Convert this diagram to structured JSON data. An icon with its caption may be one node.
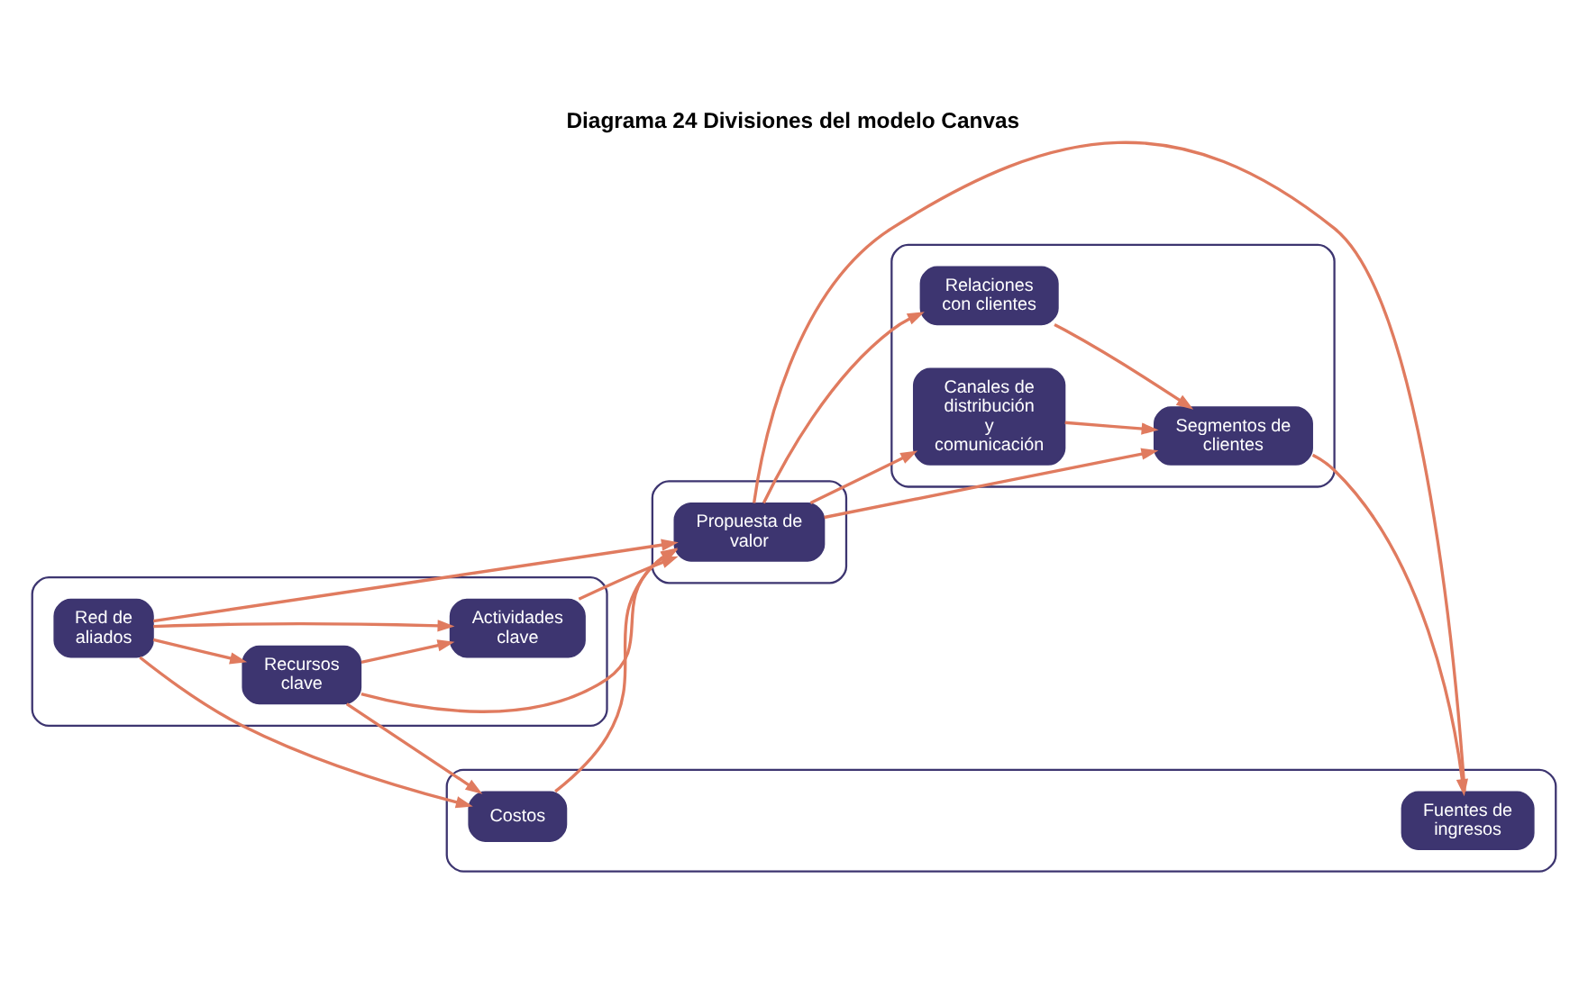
{
  "diagram": {
    "title": "Diagrama 24 Divisiones del modelo Canvas",
    "nodes": [
      {
        "text": [],
        "shape": "box"
      },
      {
        "text": [
          "Actividades clave"
        ],
        "in": 0
      },
      {
        "text": [
          "Red de aliados"
        ],
        "in": 0
      },
      {
        "text": [
          "Recursos clave"
        ],
        "in": 0
      },
      {
        "text": [],
        "shape": "box"
      },
      {
        "text": [
          "Propuesta de valor"
        ],
        "in": 4
      },
      {
        "text": [],
        "shape": "box"
      },
      {
        "text": [
          "Relaciones con clientes"
        ],
        "in": 6
      },
      {
        "text": [
          "Segmentos de clientes"
        ],
        "in": 6
      },
      {
        "text": [
          "Canales de distribución y comunicación"
        ],
        "in": 6
      },
      {
        "text": [],
        "shape": "box"
      },
      {
        "text": [
          "Costos"
        ],
        "in": 10
      },
      {
        "text": [
          "Fuentes de ingresos"
        ],
        "in": 10
      }
    ],
    "edges": [
      {
        "from": 2,
        "to": 1,
        "arrow": "to"
      },
      {
        "from": 2,
        "to": 5,
        "arrow": "to"
      },
      {
        "from": 2,
        "to": 3,
        "arrow": "to"
      },
      {
        "from": 2,
        "to": 11,
        "arrow": "to"
      },
      {
        "from": 1,
        "to": 5,
        "arrow": "to"
      },
      {
        "from": 3,
        "to": 1,
        "arrow": "to"
      },
      {
        "from": 3,
        "to": 11,
        "arrow": "to"
      },
      {
        "from": 3,
        "to": 5,
        "arrow": "to"
      },
      {
        "from": 11,
        "to": 5,
        "arrow": "to"
      },
      {
        "from": 5,
        "to": 7,
        "arrow": "to"
      },
      {
        "from": 5,
        "to": 8,
        "arrow": "to"
      },
      {
        "from": 5,
        "to": 9,
        "arrow": "to"
      },
      {
        "from": 5,
        "to": 12,
        "arrow": "none"
      },
      {
        "from": 7,
        "to": 8,
        "arrow": "to"
      },
      {
        "from": 9,
        "to": 8,
        "arrow": "to"
      },
      {
        "from": 8,
        "to": 12,
        "arrow": "to"
      }
    ]
  }
}
